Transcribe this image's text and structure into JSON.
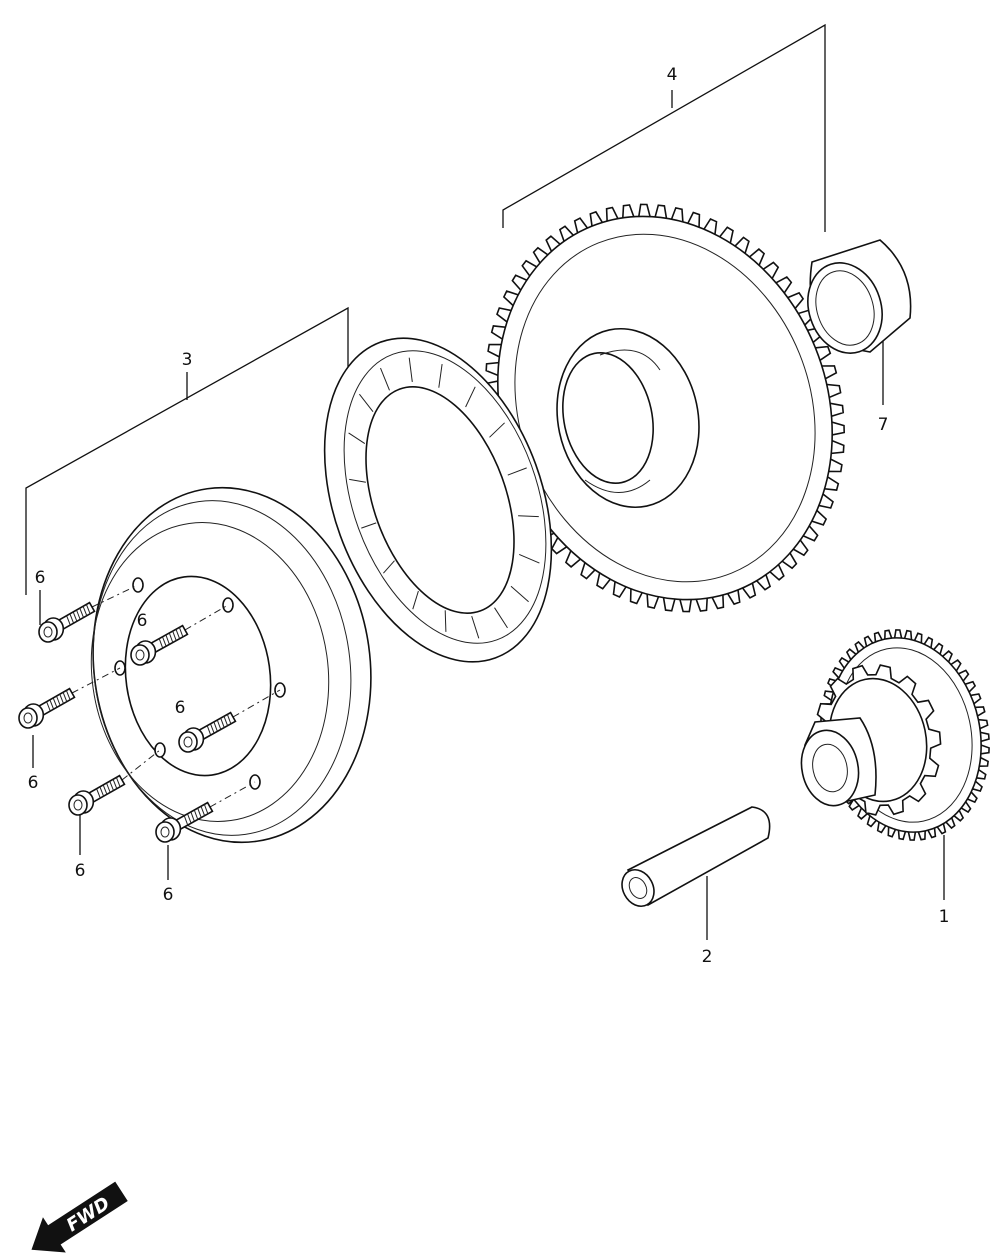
{
  "labels": {
    "part_1": "1",
    "part_2": "2",
    "part_3": "3",
    "part_4": "4",
    "part_6": "6",
    "part_7": "7"
  },
  "direction_badge": {
    "text": "FWD"
  },
  "parts": [
    {
      "ref": "1",
      "name": "reduction gear"
    },
    {
      "ref": "2",
      "name": "shaft"
    },
    {
      "ref": "3",
      "name": "starter clutch assembly"
    },
    {
      "ref": "4",
      "name": "driven gear assembly"
    },
    {
      "ref": "6",
      "name": "bolt",
      "count": 6
    },
    {
      "ref": "7",
      "name": "bushing"
    }
  ]
}
